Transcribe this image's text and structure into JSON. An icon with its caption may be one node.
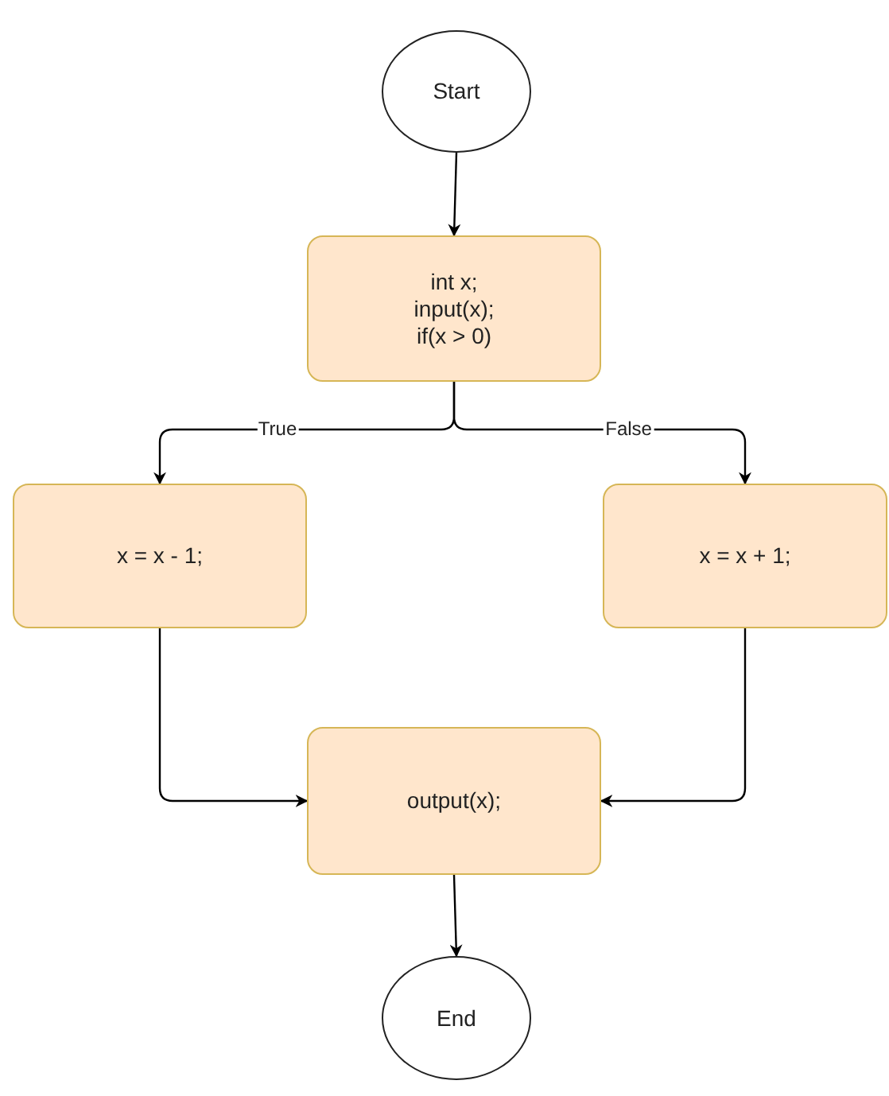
{
  "diagram": {
    "nodes": [
      {
        "text": [
          "Start"
        ]
      },
      {
        "text": [
          "int x;",
          "input(x);",
          "if(x > 0)"
        ]
      },
      {
        "text": [
          "x = x - 1;"
        ]
      },
      {
        "text": [
          "x = x + 1;"
        ]
      },
      {
        "text": [
          "output(x);"
        ]
      },
      {
        "text": [
          "End"
        ]
      }
    ],
    "edges": [
      {
        "from": 0,
        "to": 1,
        "arrow": "to"
      },
      {
        "from": 1,
        "to": 2,
        "arrow": "to",
        "label": "True"
      },
      {
        "from": 1,
        "to": 3,
        "arrow": "to",
        "label": "False"
      },
      {
        "from": 2,
        "to": 4,
        "arrow": "to"
      },
      {
        "from": 3,
        "to": 4,
        "arrow": "to"
      },
      {
        "from": 4,
        "to": 5,
        "arrow": "to"
      }
    ]
  }
}
